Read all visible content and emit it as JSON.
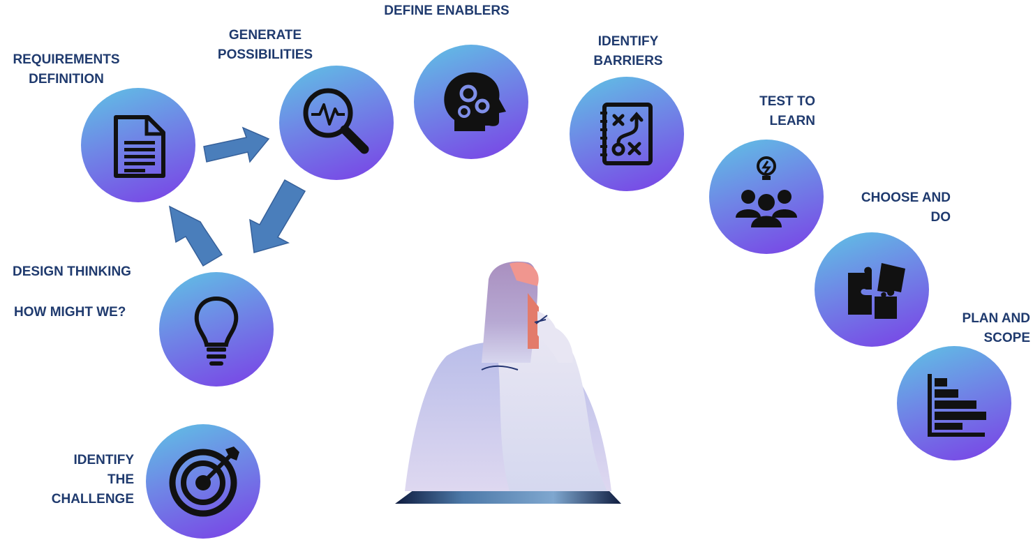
{
  "steps": {
    "identify_challenge": {
      "lines": [
        "IDENTIFY",
        "THE",
        "CHALLENGE"
      ],
      "icon": "target-icon"
    },
    "design_thinking": {
      "line1": "DESIGN THINKING",
      "line2": "HOW MIGHT WE?",
      "icon": "lightbulb-icon"
    },
    "requirements": {
      "lines": [
        "REQUIREMENTS",
        "DEFINITION"
      ],
      "icon": "document-icon"
    },
    "generate": {
      "lines": [
        "GENERATE",
        "POSSIBILITIES"
      ],
      "icon": "magnifier-pulse-icon"
    },
    "enablers": {
      "lines": [
        "DEFINE ENABLERS"
      ],
      "icon": "head-gears-icon"
    },
    "barriers": {
      "lines": [
        "IDENTIFY",
        "BARRIERS"
      ],
      "icon": "strategy-board-icon"
    },
    "test": {
      "lines": [
        "TEST TO",
        "LEARN"
      ],
      "icon": "team-idea-icon"
    },
    "choose": {
      "lines": [
        "CHOOSE AND",
        "DO"
      ],
      "icon": "puzzle-icon"
    },
    "plan": {
      "lines": [
        "PLAN AND",
        "SCOPE"
      ],
      "icon": "bar-chart-icon"
    }
  },
  "colors": {
    "label": "#1f3a6e",
    "arrow": "#4a7ebb",
    "circle_top": "#5fc3e4",
    "circle_bottom": "#7a3fe6"
  }
}
